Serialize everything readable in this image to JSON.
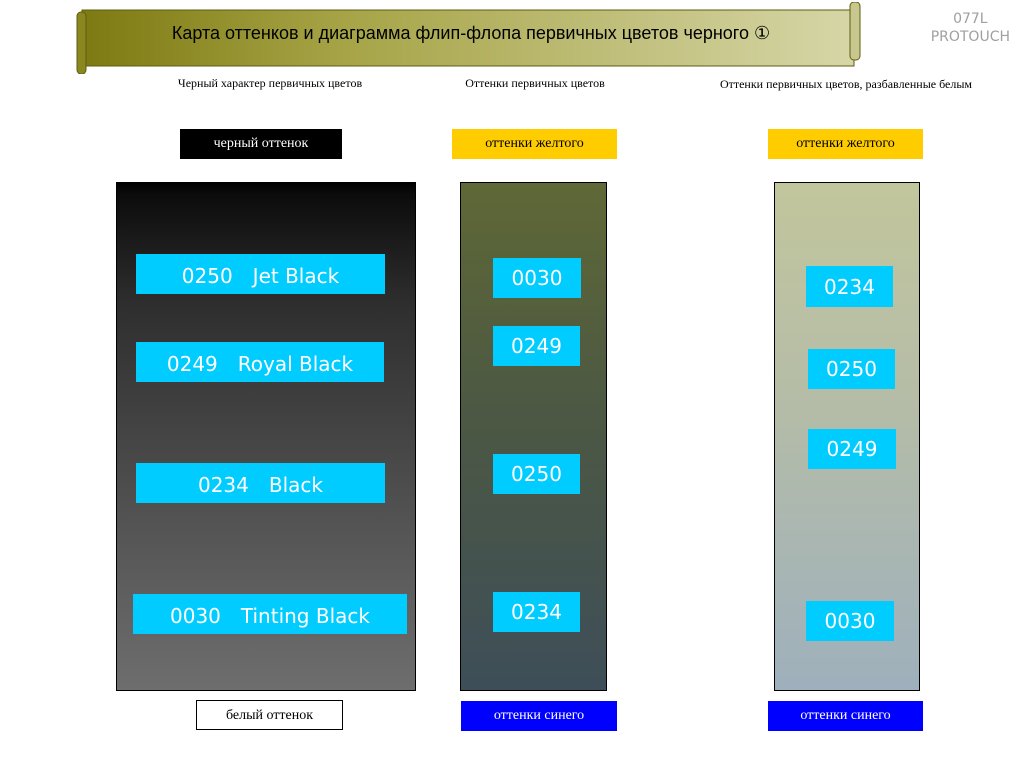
{
  "header": {
    "title": "Карта оттенков и диаграмма флип-флопа первичных цветов черного ①",
    "brand_line1": "077L",
    "brand_line2": "PROTOUCH"
  },
  "columns": [
    {
      "heading": "Черный характер первичных цветов",
      "top_tag": "черный оттенок",
      "bottom_tag": "белый оттенок",
      "labels": [
        "0250　Jet Black",
        "0249　Royal Black",
        "0234　Black",
        "0030　Tinting Black"
      ]
    },
    {
      "heading": "Оттенки первичных цветов",
      "top_tag": "оттенки желтого",
      "bottom_tag": "оттенки синего",
      "labels": [
        "0030",
        "0249",
        "0250",
        "0234"
      ]
    },
    {
      "heading": "Оттенки первичных цветов, разбавленные белым",
      "top_tag": "оттенки желтого",
      "bottom_tag": "оттенки синего",
      "labels": [
        "0234",
        "0250",
        "0249",
        "0030"
      ]
    }
  ],
  "colors": {
    "label_bg": "#00ccff",
    "yellow_tag": "#ffcc00",
    "blue_tag": "#0000ff",
    "banner": "#8a8a1e"
  }
}
